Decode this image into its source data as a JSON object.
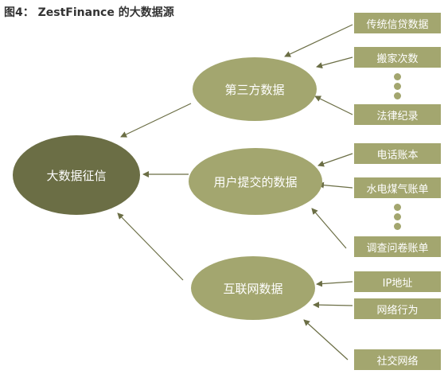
{
  "title": "图4： ZestFinance 的大数据源",
  "center": {
    "label": "大数据征信"
  },
  "categories": [
    {
      "label": "第三方数据",
      "sources": [
        "传统信贷数据",
        "搬家次数",
        "法律纪录"
      ]
    },
    {
      "label": "用户提交的数据",
      "sources": [
        "电话账本",
        "水电煤气账单",
        "调查问卷账单"
      ]
    },
    {
      "label": "互联网数据",
      "sources": [
        "IP地址",
        "网络行为",
        "社交网络"
      ]
    }
  ],
  "colors": {
    "dark_node": "#6b6e45",
    "light_node": "#a3a66f",
    "arrow": "#6b6e45"
  }
}
